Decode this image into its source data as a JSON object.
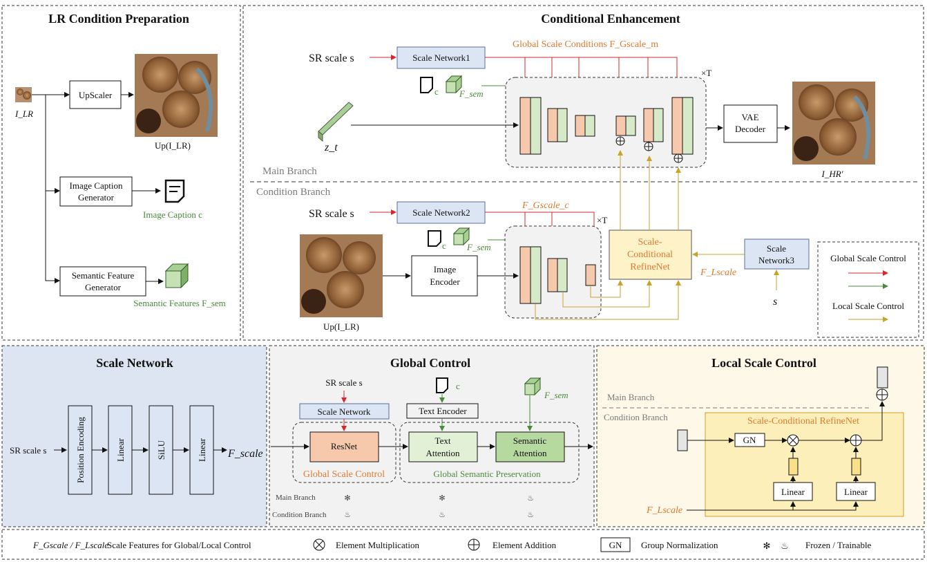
{
  "lr_panel": {
    "title": "LR Condition Preparation",
    "i_lr": "I_LR",
    "upscaler": "UpScaler",
    "up_label": "Up(I_LR)",
    "caption_gen_1": "Image Caption",
    "caption_gen_2": "Generator",
    "caption_label": "Image Caption c",
    "sem_gen_1": "Semantic Feature",
    "sem_gen_2": "Generator",
    "sem_label": "Semantic Features F_sem"
  },
  "ce_panel": {
    "title": "Conditional Enhancement",
    "sr_scale": "SR scale s",
    "scale_net1": "Scale Network1",
    "global_cond": "Global Scale Conditions F_Gscale_m",
    "c": "c",
    "f_sem": "F_sem",
    "loop": "×T",
    "z_t": "z_t",
    "vae_1": "VAE",
    "vae_2": "Decoder",
    "i_hr": "I_HR'",
    "main_branch": "Main Branch",
    "cond_branch": "Condition Branch",
    "scale_net2": "Scale Network2",
    "f_gscale_c": "F_Gscale_c",
    "img_enc_1": "Image",
    "img_enc_2": "Encoder",
    "up_label": "Up(I_LR)",
    "refine_1": "Scale-",
    "refine_2": "Conditional",
    "refine_3": "RefineNet",
    "f_lscale": "F_Lscale",
    "scale_net3_1": "Scale",
    "scale_net3_2": "Network3",
    "s": "s",
    "legend_global": "Global Scale Control",
    "legend_local": "Local Scale Control"
  },
  "sn_panel": {
    "title": "Scale Network",
    "input": "SR scale s",
    "pos_enc": "Position Encoding",
    "linear1": "Linear",
    "silu": "SiLU",
    "linear2": "Linear",
    "output": "F_scale"
  },
  "gc_panel": {
    "title": "Global Control",
    "sr_scale": "SR scale s",
    "c": "c",
    "f_sem": "F_sem",
    "scale_network": "Scale Network",
    "text_encoder": "Text Encoder",
    "resnet": "ResNet",
    "text_att_1": "Text",
    "text_att_2": "Attention",
    "sem_att_1": "Semantic",
    "sem_att_2": "Attention",
    "global_scale_control": "Global Scale Control",
    "global_sem_pres": "Global Semantic Preservation",
    "main_branch": "Main Branch",
    "cond_branch": "Condition Branch"
  },
  "lc_panel": {
    "title": "Local Scale Control",
    "main_branch": "Main Branch",
    "cond_branch": "Condition Branch",
    "refine_title": "Scale-Conditional RefineNet",
    "gn": "GN",
    "linear1": "Linear",
    "linear2": "Linear",
    "f_lscale": "F_Lscale"
  },
  "footer": {
    "f_label": "F_Gscale / F_Lscale",
    "f_desc": "Scale Features for Global/Local Control",
    "mult": "Element Multiplication",
    "add": "Element Addition",
    "gn": "GN",
    "gn_desc": "Group Normalization",
    "frozen": "Frozen / Trainable"
  },
  "colors": {
    "red": "#d62828",
    "green": "#4a8a3a",
    "gold": "#c9a227",
    "blue_box": "#dbe5f4",
    "orange_block": "#f6c9ad",
    "green_block": "#d6e9c8",
    "cream": "#fdf2c8",
    "orange_text": "#e07a2e"
  }
}
